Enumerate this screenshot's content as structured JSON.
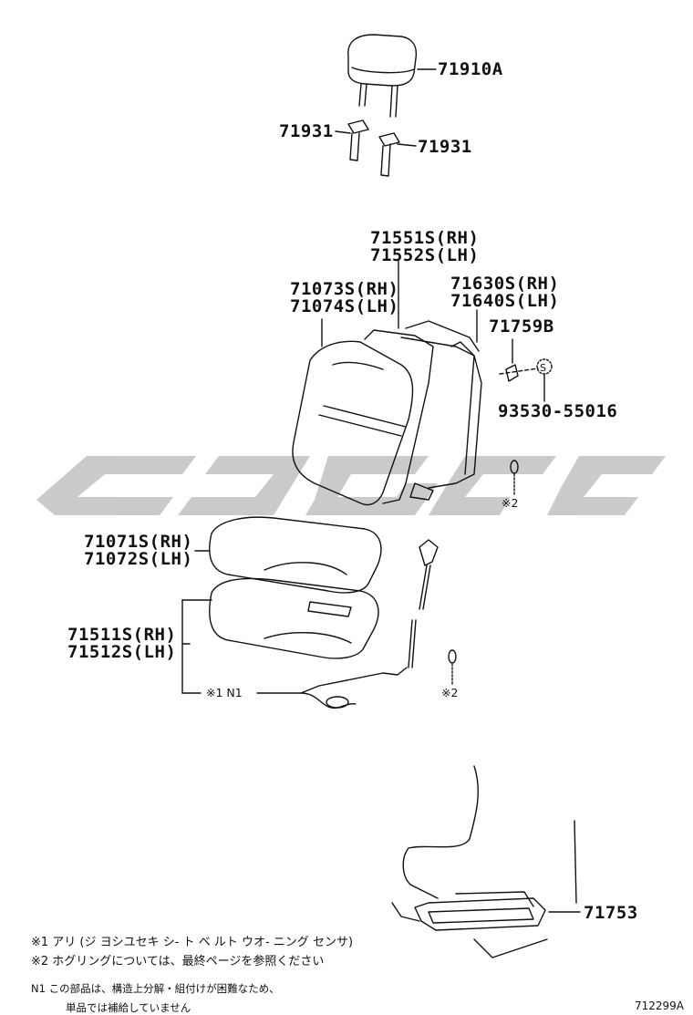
{
  "parts": {
    "headrest": "71910A",
    "support_left": "71931",
    "support_right": "71931",
    "pad_back_rh": "71551S(RH)",
    "pad_back_lh": "71552S(LH)",
    "cover_back_rh": "71073S(RH)",
    "cover_back_lh": "71074S(LH)",
    "frame_back_rh": "71630S(RH)",
    "frame_back_lh": "71640S(LH)",
    "clip": "71759B",
    "screw": "93530-55016",
    "cover_cushion_rh": "71071S(RH)",
    "cover_cushion_lh": "71072S(LH)",
    "pad_cushion_rh": "71511S(RH)",
    "pad_cushion_lh": "71512S(LH)",
    "sensor_ref": "※1 N1",
    "hogring_upper": "※2",
    "hogring_lower": "※2",
    "tray": "71753"
  },
  "screw_symbol": "S",
  "notes": {
    "note1": "※1  アリ (ジ ヨシユセキ  シ- ト  ベ  ルト  ウオ- ニング   センサ)",
    "note2": "※2  ホグリングについては、最終ページを参照ください",
    "note3": "N1 この部品は、構造上分解・組付けが困難なため、",
    "note4": "単品では補給していません"
  },
  "footer": "712299A",
  "colors": {
    "line": "#111111",
    "watermark": "#c8c8c8",
    "background": "#ffffff"
  }
}
